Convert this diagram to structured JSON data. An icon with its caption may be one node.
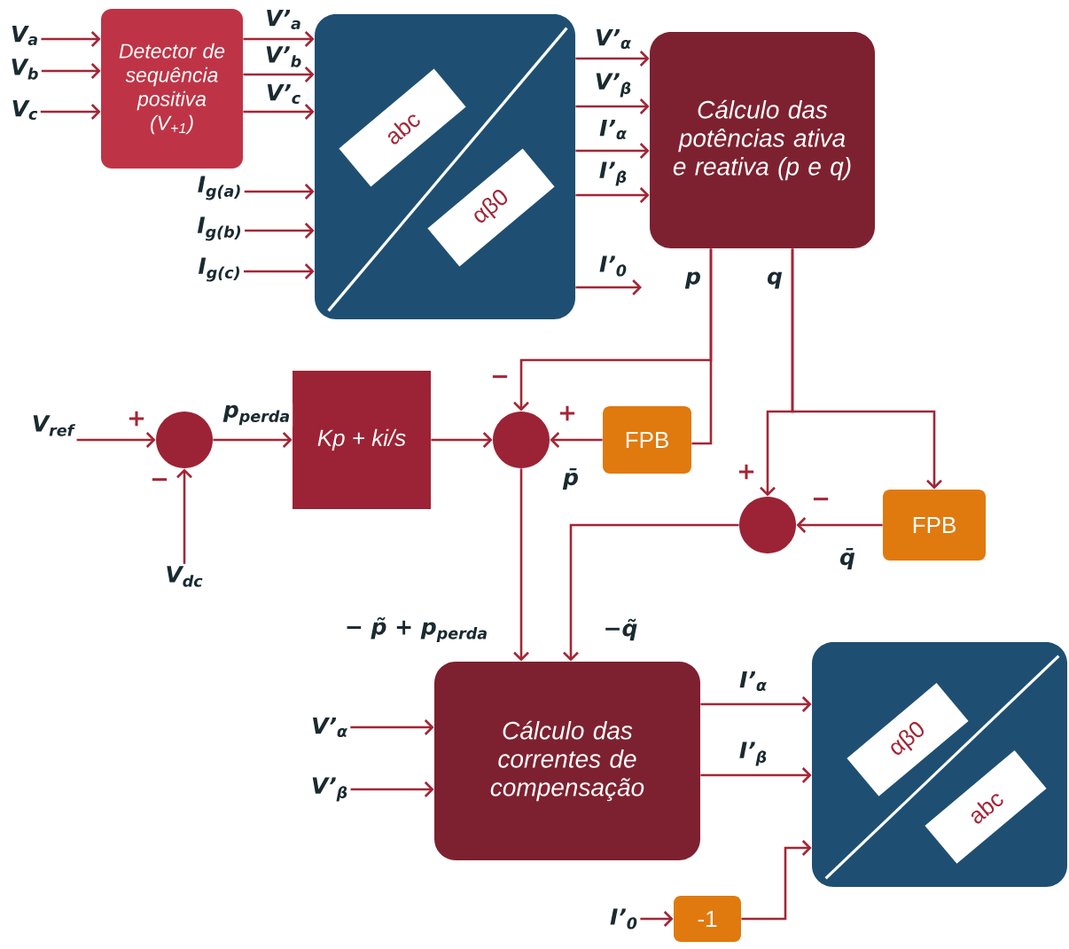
{
  "diagram": {
    "nodes": [
      {
        "text": [
          "V$_{a}$"
        ]
      },
      {
        "text": [
          "V$_{b}$"
        ]
      },
      {
        "text": [
          "V$_{c}$"
        ]
      },
      {
        "text": [
          "Detector de sequência positiva (V$_{+1}$)"
        ]
      },
      {
        "text": [],
        "shape": "box"
      },
      {
        "text": [
          "abc"
        ],
        "in": 4
      },
      {
        "text": [
          "αβ0"
        ],
        "in": 4
      },
      {
        "text": [
          "I$_{g(a)}$"
        ]
      },
      {
        "text": [
          "I$_{g(b)}$"
        ]
      },
      {
        "text": [
          "I$_{g(c)}$"
        ]
      },
      {
        "text": [
          "Cálculo das potências ativa e reativa (p e q)"
        ]
      },
      {
        "text": [
          "V$_{ref}$"
        ]
      },
      {
        "text": [],
        "shape": "circle"
      },
      {
        "text": [
          "V$_{dc}$"
        ]
      },
      {
        "text": [
          "Kp + ki/s"
        ]
      },
      {
        "text": [],
        "shape": "circle"
      },
      {
        "text": [
          "FPB"
        ]
      },
      {
        "text": [],
        "shape": "circle"
      },
      {
        "text": [
          "FPB"
        ]
      },
      {
        "text": [
          "Cálculo das correntes de compensação"
        ]
      },
      {
        "text": [
          "V’$_{α}$"
        ]
      },
      {
        "text": [
          "V’$_{β}$"
        ]
      },
      {
        "text": [],
        "shape": "box"
      },
      {
        "text": [
          "αβ0"
        ],
        "in": 22
      },
      {
        "text": [
          "abc"
        ],
        "in": 22
      },
      {
        "text": [
          "I’$_{0}$"
        ]
      },
      {
        "text": [
          "-1"
        ]
      }
    ],
    "edges": [
      {
        "from": 0,
        "to": 3,
        "arrow": "to"
      },
      {
        "from": 1,
        "to": 3,
        "arrow": "to"
      },
      {
        "from": 2,
        "to": 3,
        "arrow": "to"
      },
      {
        "from": 3,
        "to": 4,
        "arrow": "to",
        "label": "V’$_{a}$"
      },
      {
        "from": 3,
        "to": 4,
        "arrow": "to",
        "label": "V’$_{b}$"
      },
      {
        "from": 3,
        "to": 4,
        "arrow": "to",
        "label": "V’$_{c}$"
      },
      {
        "from": 7,
        "to": 4,
        "arrow": "to"
      },
      {
        "from": 8,
        "to": 4,
        "arrow": "to"
      },
      {
        "from": 9,
        "to": 4,
        "arrow": "to"
      },
      {
        "from": 4,
        "to": 10,
        "arrow": "to",
        "label": "V’$_{α}$"
      },
      {
        "from": 4,
        "to": 10,
        "arrow": "to",
        "label": "V’$_{β}$"
      },
      {
        "from": 4,
        "to": 10,
        "arrow": "to",
        "label": "I’$_{α}$"
      },
      {
        "from": 4,
        "to": 10,
        "arrow": "to",
        "label": "I’$_{β}$"
      },
      {
        "from": 4,
        "to": null,
        "arrow": "to",
        "label": "I’$_{0}$"
      },
      {
        "from": 10,
        "to": 16,
        "arrow": "none",
        "label": "p"
      },
      {
        "from": 10,
        "to": 15,
        "arrow": "to"
      },
      {
        "from": 16,
        "to": 15,
        "arrow": "to",
        "label": "p̄"
      },
      {
        "from": 10,
        "to": 17,
        "arrow": "to",
        "label": "q"
      },
      {
        "from": 10,
        "to": 18,
        "arrow": "to"
      },
      {
        "from": 18,
        "to": 17,
        "arrow": "to",
        "label": "q̄"
      },
      {
        "from": 11,
        "to": 12,
        "arrow": "to"
      },
      {
        "from": 13,
        "to": 12,
        "arrow": "to"
      },
      {
        "from": 12,
        "to": 14,
        "arrow": "to",
        "label": "p$_{perda}$"
      },
      {
        "from": 14,
        "to": 15,
        "arrow": "to"
      },
      {
        "from": 15,
        "to": 19,
        "arrow": "to",
        "label": "− p̃  + p$_{perda}$"
      },
      {
        "from": 17,
        "to": 19,
        "arrow": "to",
        "label": "−q̃"
      },
      {
        "from": 20,
        "to": 19,
        "arrow": "to"
      },
      {
        "from": 21,
        "to": 19,
        "arrow": "to"
      },
      {
        "from": 19,
        "to": 22,
        "arrow": "to",
        "label": "I’$_{α}$"
      },
      {
        "from": 19,
        "to": 22,
        "arrow": "to",
        "label": "I’$_{β}$"
      },
      {
        "from": 25,
        "to": 26,
        "arrow": "to"
      },
      {
        "from": 26,
        "to": 22,
        "arrow": "to"
      }
    ],
    "labels": [
      "+",
      "−",
      "−",
      "+",
      "+",
      "−"
    ]
  }
}
